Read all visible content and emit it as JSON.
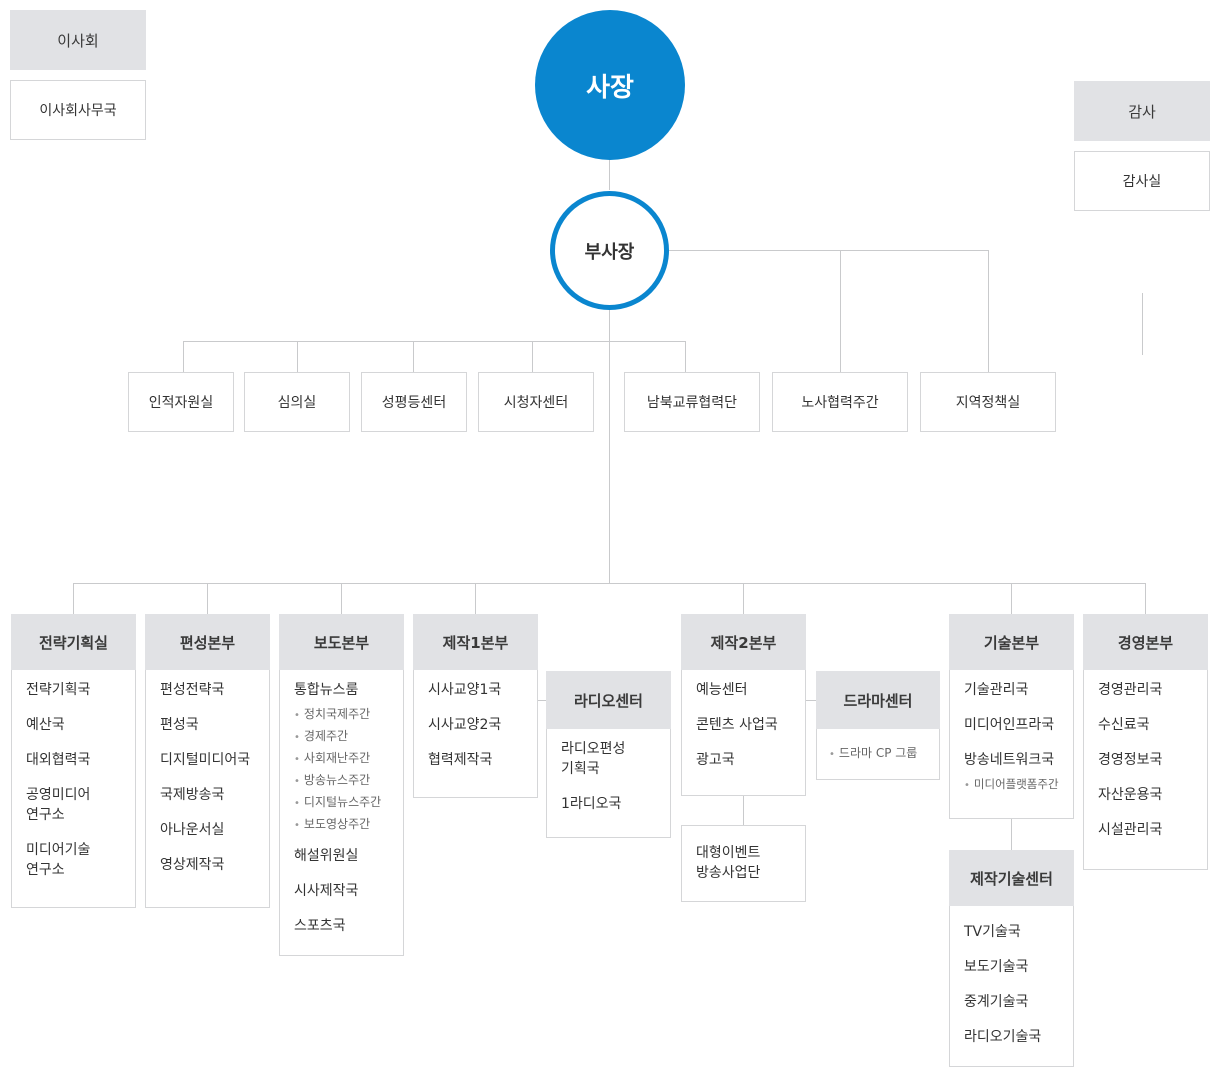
{
  "colors": {
    "accent": "#0a86cf",
    "header_bg": "#e1e2e5",
    "border": "#d5d6d8",
    "line": "#c9cacc"
  },
  "president": "사장",
  "vice_president": "부사장",
  "board": {
    "title": "이사회",
    "office": "이사회사무국"
  },
  "audit": {
    "title": "감사",
    "office": "감사실"
  },
  "vp_offices": [
    "인적자원실",
    "심의실",
    "성평등센터",
    "시청자센터",
    "남북교류협력단",
    "노사협력주간",
    "지역정책실"
  ],
  "divisions": {
    "strategy": {
      "title": "전략기획실",
      "items": [
        "전략기획국",
        "예산국",
        "대외협력국",
        "공영미디어\n연구소",
        "미디어기술\n연구소"
      ]
    },
    "programming": {
      "title": "편성본부",
      "items": [
        "편성전략국",
        "편성국",
        "디지털미디어국",
        "국제방송국",
        "아나운서실",
        "영상제작국"
      ]
    },
    "news": {
      "title": "보도본부",
      "first": "통합뉴스룸",
      "subs": [
        "정치국제주간",
        "경제주간",
        "사회재난주간",
        "방송뉴스주간",
        "디지털뉴스주간",
        "보도영상주간"
      ],
      "rest": [
        "해설위원실",
        "시사제작국",
        "스포츠국"
      ]
    },
    "production1": {
      "title": "제작1본부",
      "items": [
        "시사교양1국",
        "시사교양2국",
        "협력제작국"
      ]
    },
    "radio_center": {
      "title": "라디오센터",
      "items": [
        "라디오편성\n기획국",
        "1라디오국"
      ]
    },
    "production2": {
      "title": "제작2본부",
      "items": [
        "예능센터",
        "콘텐츠 사업국",
        "광고국"
      ]
    },
    "event_box": "대형이벤트\n방송사업단",
    "drama_center": {
      "title": "드라마센터",
      "sub": "드라마 CP 그룹"
    },
    "technology": {
      "title": "기술본부",
      "items": [
        "기술관리국",
        "미디어인프라국",
        "방송네트워크국"
      ],
      "sub": "미디어플랫폼주간"
    },
    "tech_center": {
      "title": "제작기술센터",
      "items": [
        "TV기술국",
        "보도기술국",
        "중계기술국",
        "라디오기술국"
      ]
    },
    "management": {
      "title": "경영본부",
      "items": [
        "경영관리국",
        "수신료국",
        "경영정보국",
        "자산운용국",
        "시설관리국"
      ]
    }
  }
}
